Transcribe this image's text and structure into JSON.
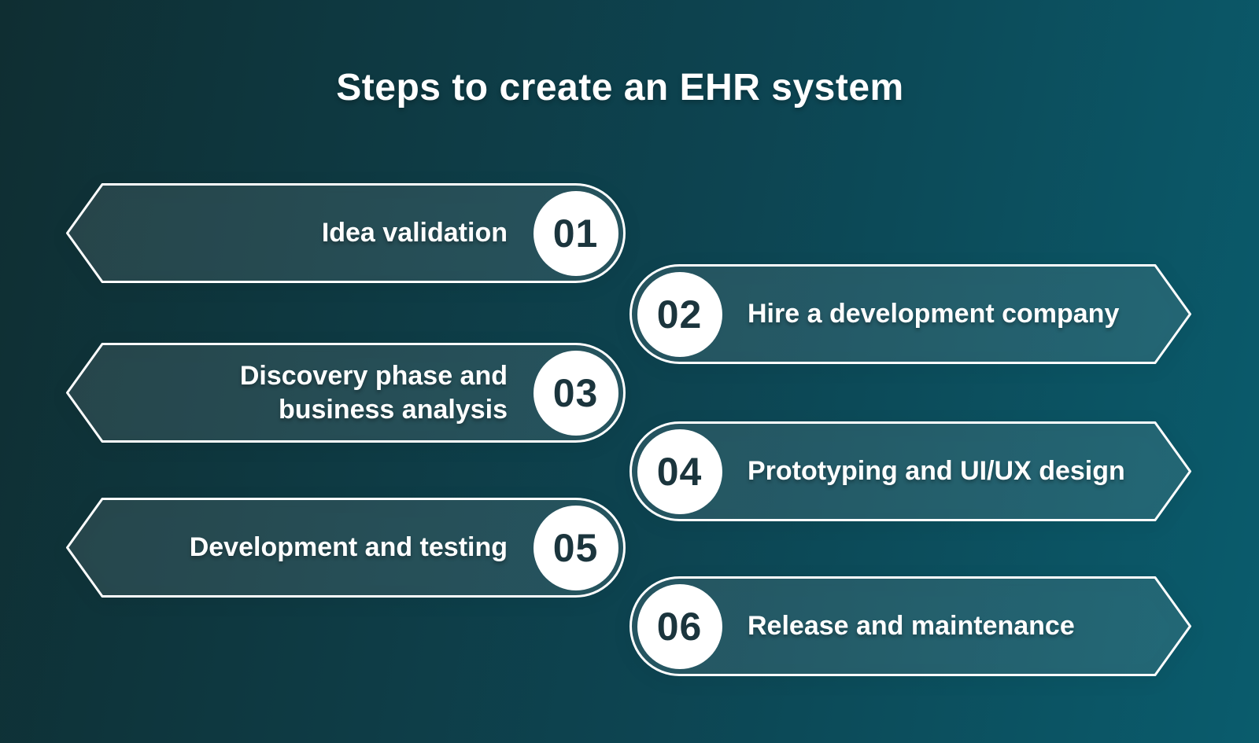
{
  "title": "Steps to create an EHR system",
  "colors": {
    "background_gradient_start": "#0f2e32",
    "background_gradient_mid": "#0d4451",
    "background_gradient_end": "#0a5c6d",
    "shape_fill_overlay": "rgba(255,255,255,0.10)",
    "shape_outline": "#ffffff",
    "badge_background": "#ffffff",
    "badge_number_text": "#1b353d",
    "label_text": "#ffffff",
    "title_text": "#ffffff"
  },
  "steps": [
    {
      "number": "01",
      "label": "Idea validation",
      "side": "left"
    },
    {
      "number": "02",
      "label": "Hire a development company",
      "side": "right"
    },
    {
      "number": "03",
      "label": "Discovery phase and\nbusiness analysis",
      "side": "left"
    },
    {
      "number": "04",
      "label": "Prototyping and UI/UX design",
      "side": "right"
    },
    {
      "number": "05",
      "label": "Development and testing",
      "side": "left"
    },
    {
      "number": "06",
      "label": "Release and maintenance",
      "side": "right"
    }
  ]
}
